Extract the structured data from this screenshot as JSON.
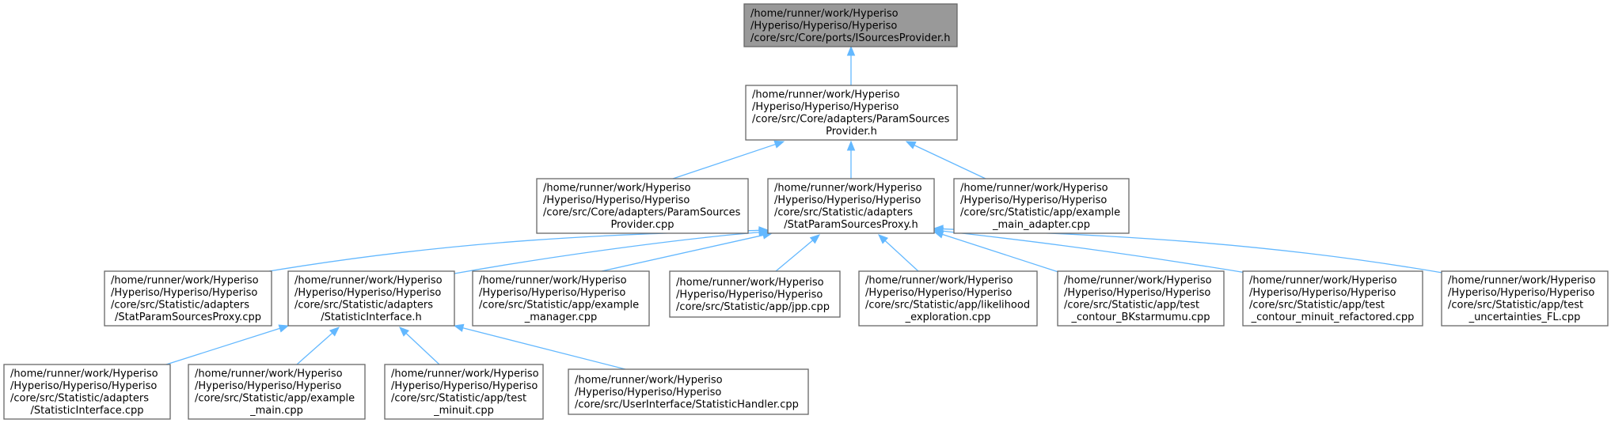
{
  "graph": {
    "nodes": [
      {
        "id": "isources",
        "highlight": true,
        "lines": [
          "/home/runner/work/Hyperiso",
          "/Hyperiso/Hyperiso/Hyperiso",
          "/core/src/Core/ports/ISourcesProvider.h"
        ]
      },
      {
        "id": "paramsources_h",
        "highlight": false,
        "lines": [
          "/home/runner/work/Hyperiso",
          "/Hyperiso/Hyperiso/Hyperiso",
          "/core/src/Core/adapters/ParamSources",
          "Provider.h"
        ]
      },
      {
        "id": "paramsources_cpp",
        "highlight": false,
        "lines": [
          "/home/runner/work/Hyperiso",
          "/Hyperiso/Hyperiso/Hyperiso",
          "/core/src/Core/adapters/ParamSources",
          "Provider.cpp"
        ]
      },
      {
        "id": "statparam_h",
        "highlight": false,
        "lines": [
          "/home/runner/work/Hyperiso",
          "/Hyperiso/Hyperiso/Hyperiso",
          "/core/src/Statistic/adapters",
          "/StatParamSourcesProxy.h"
        ]
      },
      {
        "id": "example_main_adapter",
        "highlight": false,
        "lines": [
          "/home/runner/work/Hyperiso",
          "/Hyperiso/Hyperiso/Hyperiso",
          "/core/src/Statistic/app/example",
          "_main_adapter.cpp"
        ]
      },
      {
        "id": "statparam_cpp",
        "highlight": false,
        "lines": [
          "/home/runner/work/Hyperiso",
          "/Hyperiso/Hyperiso/Hyperiso",
          "/core/src/Statistic/adapters",
          "/StatParamSourcesProxy.cpp"
        ]
      },
      {
        "id": "statinterface_h",
        "highlight": false,
        "lines": [
          "/home/runner/work/Hyperiso",
          "/Hyperiso/Hyperiso/Hyperiso",
          "/core/src/Statistic/adapters",
          "/StatisticInterface.h"
        ]
      },
      {
        "id": "example_manager",
        "highlight": false,
        "lines": [
          "/home/runner/work/Hyperiso",
          "/Hyperiso/Hyperiso/Hyperiso",
          "/core/src/Statistic/app/example",
          "_manager.cpp"
        ]
      },
      {
        "id": "jpp",
        "highlight": false,
        "lines": [
          "/home/runner/work/Hyperiso",
          "/Hyperiso/Hyperiso/Hyperiso",
          "/core/src/Statistic/app/jpp.cpp"
        ]
      },
      {
        "id": "likelihood",
        "highlight": false,
        "lines": [
          "/home/runner/work/Hyperiso",
          "/Hyperiso/Hyperiso/Hyperiso",
          "/core/src/Statistic/app/likelihood",
          "_exploration.cpp"
        ]
      },
      {
        "id": "contour_bk",
        "highlight": false,
        "lines": [
          "/home/runner/work/Hyperiso",
          "/Hyperiso/Hyperiso/Hyperiso",
          "/core/src/Statistic/app/test",
          "_contour_BKstarmumu.cpp"
        ]
      },
      {
        "id": "contour_minuit",
        "highlight": false,
        "lines": [
          "/home/runner/work/Hyperiso",
          "/Hyperiso/Hyperiso/Hyperiso",
          "/core/src/Statistic/app/test",
          "_contour_minuit_refactored.cpp"
        ]
      },
      {
        "id": "uncertainties",
        "highlight": false,
        "lines": [
          "/home/runner/work/Hyperiso",
          "/Hyperiso/Hyperiso/Hyperiso",
          "/core/src/Statistic/app/test",
          "_uncertainties_FL.cpp"
        ]
      },
      {
        "id": "statinterface_cpp",
        "highlight": false,
        "lines": [
          "/home/runner/work/Hyperiso",
          "/Hyperiso/Hyperiso/Hyperiso",
          "/core/src/Statistic/adapters",
          "/StatisticInterface.cpp"
        ]
      },
      {
        "id": "example_main",
        "highlight": false,
        "lines": [
          "/home/runner/work/Hyperiso",
          "/Hyperiso/Hyperiso/Hyperiso",
          "/core/src/Statistic/app/example",
          "_main.cpp"
        ]
      },
      {
        "id": "test_minuit",
        "highlight": false,
        "lines": [
          "/home/runner/work/Hyperiso",
          "/Hyperiso/Hyperiso/Hyperiso",
          "/core/src/Statistic/app/test",
          "_minuit.cpp"
        ]
      },
      {
        "id": "statistic_handler",
        "highlight": false,
        "lines": [
          "/home/runner/work/Hyperiso",
          "/Hyperiso/Hyperiso/Hyperiso",
          "/core/src/UserInterface/StatisticHandler.cpp"
        ]
      }
    ],
    "edges": [
      {
        "from": "paramsources_h",
        "to": "isources"
      },
      {
        "from": "paramsources_cpp",
        "to": "paramsources_h"
      },
      {
        "from": "statparam_h",
        "to": "paramsources_h"
      },
      {
        "from": "example_main_adapter",
        "to": "paramsources_h"
      },
      {
        "from": "statparam_cpp",
        "to": "statparam_h"
      },
      {
        "from": "statinterface_h",
        "to": "statparam_h"
      },
      {
        "from": "example_manager",
        "to": "statparam_h"
      },
      {
        "from": "jpp",
        "to": "statparam_h"
      },
      {
        "from": "likelihood",
        "to": "statparam_h"
      },
      {
        "from": "contour_bk",
        "to": "statparam_h"
      },
      {
        "from": "contour_minuit",
        "to": "statparam_h"
      },
      {
        "from": "uncertainties",
        "to": "statparam_h"
      },
      {
        "from": "statinterface_cpp",
        "to": "statinterface_h"
      },
      {
        "from": "example_main",
        "to": "statinterface_h"
      },
      {
        "from": "test_minuit",
        "to": "statinterface_h"
      },
      {
        "from": "statistic_handler",
        "to": "statinterface_h"
      }
    ],
    "colors": {
      "edge": "#63b8ff",
      "node_border": "#666666",
      "node_fill": "#ffffff",
      "highlight_fill": "#999999"
    }
  }
}
